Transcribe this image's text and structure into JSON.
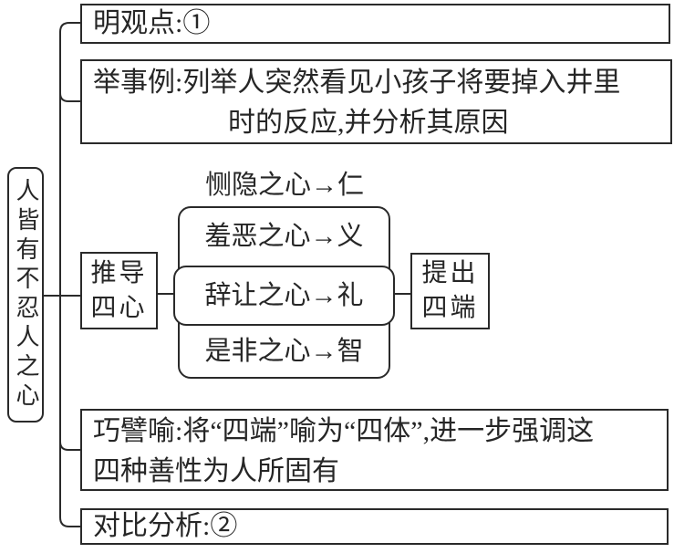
{
  "colors": {
    "ink": "#2a2a2a",
    "background": "#ffffff"
  },
  "root": {
    "label": "人皆有不忍人之心"
  },
  "branches": {
    "viewpoint": {
      "label": "明观点:①"
    },
    "example": {
      "line1": "举事例:列举人突然看见小孩子将要掉入井里",
      "line2": "时的反应,并分析其原因"
    },
    "derivation": {
      "line1": "推导",
      "line2": "四心"
    },
    "metaphor": {
      "line1": "巧譬喻:将“四端”喻为“四体”,进一步强调这",
      "line2": "四种善性为人所固有"
    },
    "contrast": {
      "label": "对比分析:②"
    }
  },
  "four_hearts": {
    "items": [
      "恻隐之心→仁",
      "羞恶之心→义",
      "辞让之心→礼",
      "是非之心→智"
    ]
  },
  "conclusion": {
    "line1": "提出",
    "line2": "四端"
  }
}
